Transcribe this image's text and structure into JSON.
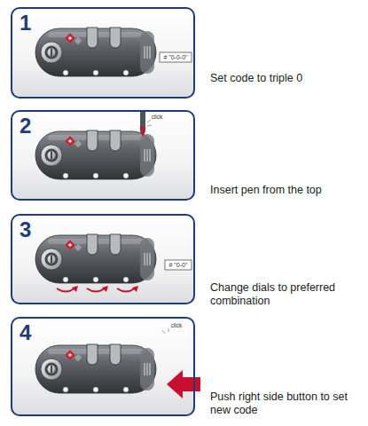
{
  "diagram": {
    "nodes": [
      {
        "text": [
          "1",
          "Set code to triple 0"
        ]
      },
      {
        "text": [
          "2",
          "Insert pen from the top"
        ]
      },
      {
        "text": [
          "3",
          "Change dials to preferred combination"
        ]
      },
      {
        "text": [
          "4",
          "Push right side button to set new code"
        ]
      }
    ],
    "labels": [
      "# \"0-0-0\"",
      "click",
      "# \"0-0\"",
      "click"
    ]
  }
}
